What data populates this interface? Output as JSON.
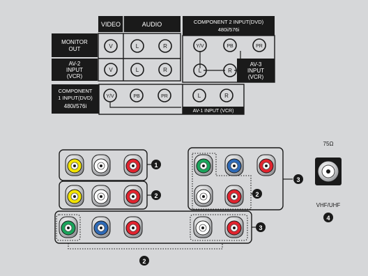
{
  "header": {
    "video": "VIDEO",
    "audio": "AUDIO",
    "component2_line1": "COMPONENT 2 INPUT(DVD)",
    "component2_line2": "480i/576i"
  },
  "rows": {
    "monitor_out_line1": "MONITOR",
    "monitor_out_line2": "OUT",
    "av2_line1": "AV-2",
    "av2_line2": "INPUT",
    "av2_line3": "(VCR)",
    "av3_line1": "AV-3",
    "av3_line2": "INPUT",
    "av3_line3": "(VCR)",
    "component1_line1": "COMPONENT",
    "component1_line2": "1 INPUT(DVD)",
    "component1_line3": "480i/576i",
    "av1": "AV-1 INPUT (VCR)"
  },
  "jack_labels": {
    "v": "V",
    "l": "L",
    "r": "R",
    "yv": "Y/V",
    "pb": "PB",
    "pr": "PR"
  },
  "antenna": {
    "impedance": "75Ω",
    "band": "VHF/UHF"
  },
  "callouts": {
    "one": "1",
    "two": "2",
    "three": "3",
    "four": "4"
  },
  "colors": {
    "panel": "#d6d7d9",
    "label_black": "#1a1a1a",
    "yellow": "#f2e300",
    "white": "#ffffff",
    "red": "#e1232e",
    "green": "#1aa35a",
    "blue": "#2d69b6"
  }
}
